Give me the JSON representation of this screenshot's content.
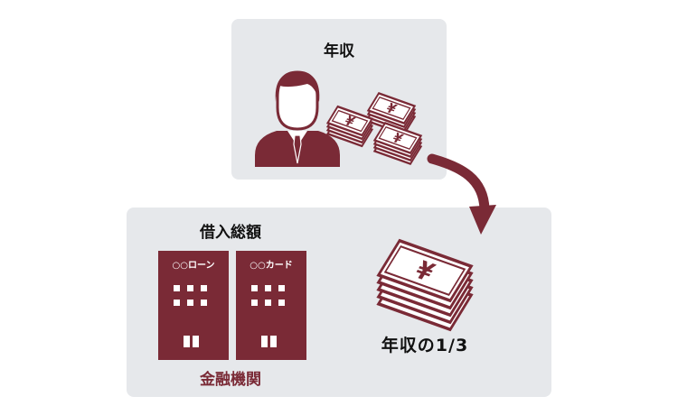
{
  "annual_income": {
    "title": "年収"
  },
  "total_borrowing": {
    "title": "借入総額"
  },
  "lenders": [
    {
      "label": "○○ローン"
    },
    {
      "label": "○○カード"
    }
  ],
  "institutions_label": "金融機関",
  "limit_label": "年収の1/3",
  "icons": {
    "person": "businessman-icon",
    "money": "yen-bills-stack-icon",
    "arrow": "curved-arrow-icon",
    "building": "building-icon"
  },
  "colors": {
    "accent": "#7a2a36",
    "panel": "#e6e8eb",
    "text": "#111111"
  }
}
